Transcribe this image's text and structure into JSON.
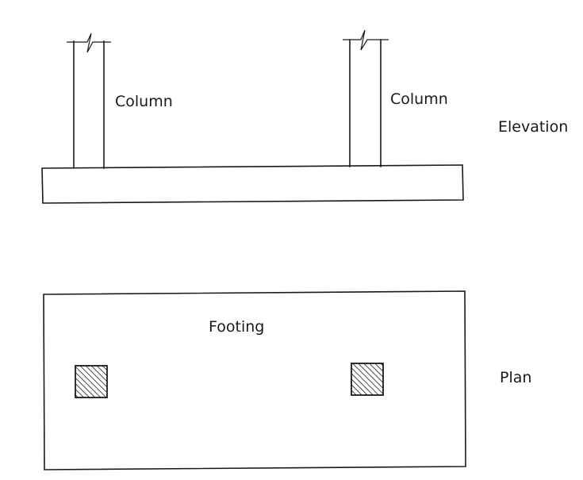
{
  "elevation": {
    "view_label": "Elevation",
    "left_column_label": "Column",
    "right_column_label": "Column"
  },
  "plan": {
    "view_label": "Plan",
    "footing_label": "Footing"
  },
  "style": {
    "line_color": "#1a1a1a",
    "hatch_color": "#1a1a1a",
    "background": "#ffffff"
  }
}
